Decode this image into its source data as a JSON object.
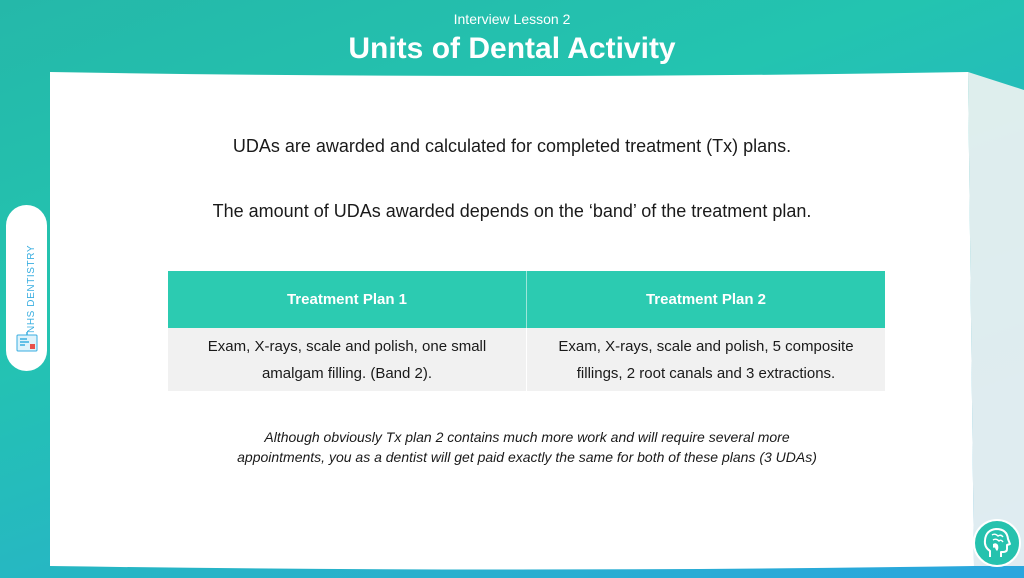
{
  "header": {
    "subtitle": "Interview Lesson 2",
    "title": "Units of Dental Activity"
  },
  "content": {
    "line1": "UDAs are awarded and calculated for completed treatment (Tx) plans.",
    "line2": "The amount of UDAs awarded depends on the ‘band’ of the treatment plan."
  },
  "table": {
    "columns": [
      "Treatment Plan 1",
      "Treatment Plan 2"
    ],
    "rows": [
      [
        "Exam, X-rays, scale and polish, one small amalgam filling. (Band 2).",
        "Exam, X-rays, scale and polish, 5 composite fillings, 2 root canals and 3 extractions."
      ]
    ]
  },
  "note": "Although obviously Tx plan 2 contains much more work and will require several more appointments, you as a dentist will get paid exactly the same for both of these plans (3 UDAs)",
  "side_tab": {
    "label": "NHS DENTISTRY",
    "icon": "dental-chart-icon"
  },
  "badge": {
    "icon": "brain-head-icon"
  },
  "colors": {
    "accent": "#2ccbb1",
    "header_teal": "#23c4b0",
    "side_blue": "#2aa6df",
    "side_text": "#39aee0",
    "cell_bg": "#f1f1f1"
  }
}
